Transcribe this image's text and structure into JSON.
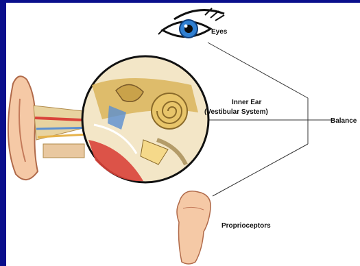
{
  "labels": {
    "eyes": "Eyes",
    "inner_ear_line1": "Inner Ear",
    "inner_ear_line2": "(Vestibular System)",
    "balance": "Balance",
    "proprioceptors": "Proprioceptors"
  },
  "colors": {
    "frame": "#0a0f8c",
    "background": "#ffffff",
    "connector": "#333333",
    "iris": "#2f7fd1",
    "skin": "#f5c9a6",
    "cochlea": "#e8c56a",
    "ear_red": "#d9433a"
  }
}
